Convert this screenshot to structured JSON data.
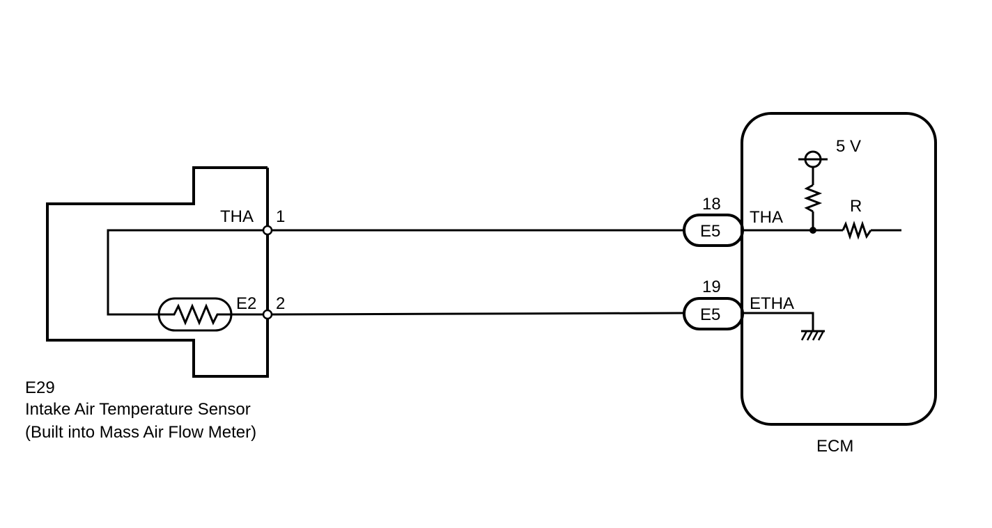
{
  "sensor": {
    "connector_code": "E29",
    "name": "Intake Air Temperature Sensor",
    "subtitle": "(Built into Mass Air Flow Meter)",
    "pin1_signal": "THA",
    "pin1_number": "1",
    "pin2_signal": "E2",
    "pin2_number": "2"
  },
  "connectors": [
    {
      "code": "E5",
      "pin": "18"
    },
    {
      "code": "E5",
      "pin": "19"
    }
  ],
  "ecm": {
    "label": "ECM",
    "thA_label": "THA",
    "etha_label": "ETHA",
    "supply_label": "5 V",
    "resistor_label": "R"
  }
}
